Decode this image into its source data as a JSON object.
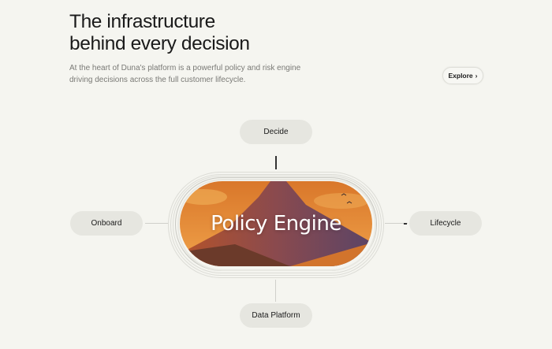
{
  "header": {
    "title_line1": "The infrastructure",
    "title_line2": "behind every decision",
    "description": "At the heart of Duna's platform is a powerful policy and risk engine driving decisions across the full customer lifecycle.",
    "explore_label": "Explore",
    "explore_icon": "chevron-right-icon"
  },
  "diagram": {
    "center_label": "Policy Engine",
    "nodes": {
      "top": "Decide",
      "left": "Onboard",
      "right": "Lifecycle",
      "bottom": "Data Platform"
    }
  }
}
